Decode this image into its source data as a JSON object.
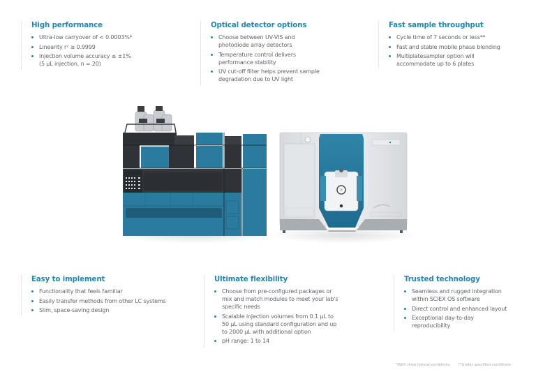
{
  "sections": {
    "high_performance": {
      "title": "High performance",
      "items": [
        "Ultra-low carryover of < 0.0003%*",
        "Linearity r² ≥ 0.9999",
        "Injection volume accuracy ≤ ±1% (5 µL injection, n = 20)"
      ]
    },
    "optical_detector": {
      "title": "Optical detector options",
      "items": [
        "Choose between UV-VIS and photodiode array detectors",
        "Temperature control delivers performance stability",
        "UV cut-off filter helps prevent sample degradation due to UV light"
      ]
    },
    "fast_throughput": {
      "title": "Fast sample throughput",
      "items": [
        "Cycle time of 7 seconds or less**",
        "Fast and stable mobile phase blending",
        "Multiplatesampler option will accommodate up to 6 plates"
      ]
    },
    "easy_implement": {
      "title": "Easy to implement",
      "items": [
        "Functionality that feels familiar",
        "Easily transfer methods from other LC systems",
        "Slim, space-saving design"
      ]
    },
    "ultimate_flexibility": {
      "title": "Ultimate flexibility",
      "items": [
        "Choose from pre-configured packages or mix and match modules to meet your lab's specific needs",
        "Scalable injection volumes from 0.1 µL to 50 µL using standard configuration and up to 2000 µL with additional option",
        "pH range: 1 to 14"
      ]
    },
    "trusted_technology": {
      "title": "Trusted technology",
      "items": [
        "Seamless and rugged integration within SCIEX OS software",
        "Direct control and enhanced layout",
        "Exceptional day-to-day reproducibility"
      ]
    }
  },
  "footnotes": {
    "single": "*With rinse typical conditions",
    "double": "**Under specified conditions"
  },
  "images": {
    "lc_system": "lc-system-illustration",
    "ms_system": "mass-spectrometer-illustration"
  },
  "colors": {
    "accent": "#1f87b3",
    "body_text": "#60656b",
    "instrument_teal": "#1e6b8e",
    "instrument_dark": "#2f3236"
  }
}
